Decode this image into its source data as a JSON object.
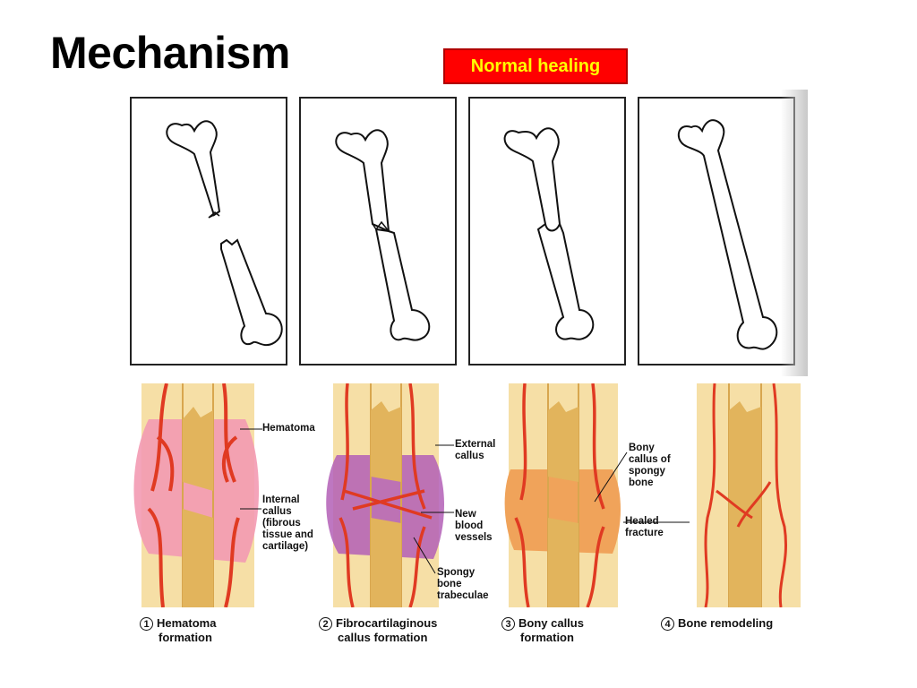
{
  "title": "Mechanism",
  "badge": "Normal healing",
  "labels": {
    "hematoma": "Hematoma",
    "internal_callus": [
      "Internal",
      "callus",
      "(fibrous",
      "tissue and",
      "cartilage)"
    ],
    "external_callus": [
      "External",
      "callus"
    ],
    "new_blood_vessels": [
      "New",
      "blood",
      "vessels"
    ],
    "spongy_bone_trabeculae": [
      "Spongy",
      "bone",
      "trabeculae"
    ],
    "bony_callus": [
      "Bony",
      "callus of",
      "spongy",
      "bone"
    ],
    "healed_fracture": [
      "Healed",
      "fracture"
    ]
  },
  "captions": [
    {
      "num": "1",
      "lines": [
        "Hematoma",
        "formation"
      ]
    },
    {
      "num": "2",
      "lines": [
        "Fibrocartilaginous",
        "callus formation"
      ]
    },
    {
      "num": "3",
      "lines": [
        "Bony callus",
        "formation"
      ]
    },
    {
      "num": "4",
      "lines": [
        "Bone remodeling"
      ]
    }
  ],
  "colors": {
    "badge_bg": "#ff0000",
    "badge_text": "#ffff00",
    "bone": "#f3cf86",
    "marrow": "#e2b45c",
    "vessel": "#e03a22",
    "hematoma": "#f39ab2",
    "callus": "#b35fb6"
  }
}
